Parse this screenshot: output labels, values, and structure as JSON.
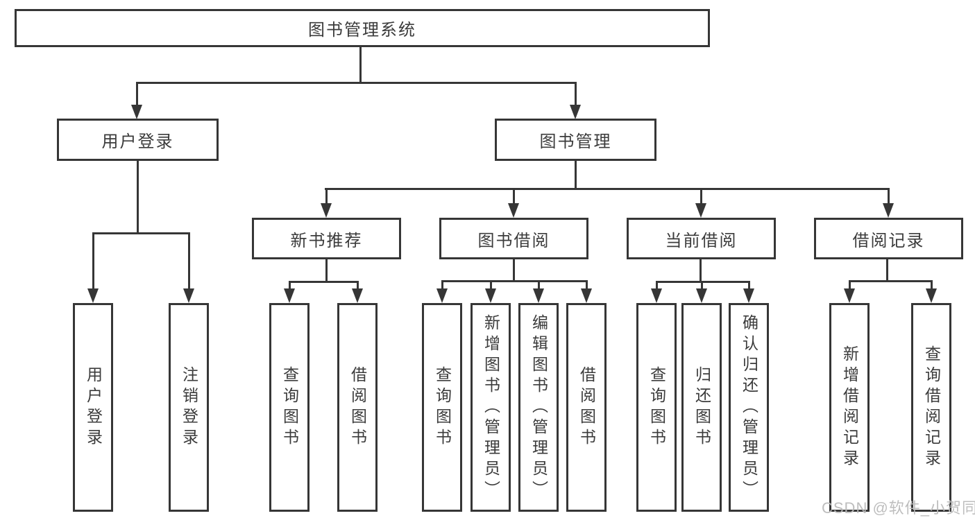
{
  "tree": {
    "root": {
      "label": "图书管理系统"
    },
    "branches": [
      {
        "label": "用户登录",
        "children": [
          {
            "label": "用户登录"
          },
          {
            "label": "注销登录"
          }
        ]
      },
      {
        "label": "图书管理",
        "groups": [
          {
            "label": "新书推荐",
            "children": [
              {
                "label": "查询图书"
              },
              {
                "label": "借阅图书"
              }
            ]
          },
          {
            "label": "图书借阅",
            "children": [
              {
                "label": "查询图书"
              },
              {
                "label": "新增图书（管理员）"
              },
              {
                "label": "编辑图书（管理员）"
              },
              {
                "label": "借阅图书"
              }
            ]
          },
          {
            "label": "当前借阅",
            "children": [
              {
                "label": "查询图书"
              },
              {
                "label": "归还图书"
              },
              {
                "label": "确认归还（管理员）"
              }
            ]
          },
          {
            "label": "借阅记录",
            "children": [
              {
                "label": "新增借阅记录"
              },
              {
                "label": "查询借阅记录"
              }
            ]
          }
        ]
      }
    ]
  },
  "watermark": {
    "text": "CSDN @软件_小贺同学"
  },
  "colors": {
    "line": "#363636",
    "text": "#3b3b3b",
    "watermark": "#bbbbbb",
    "background": "#ffffff"
  }
}
